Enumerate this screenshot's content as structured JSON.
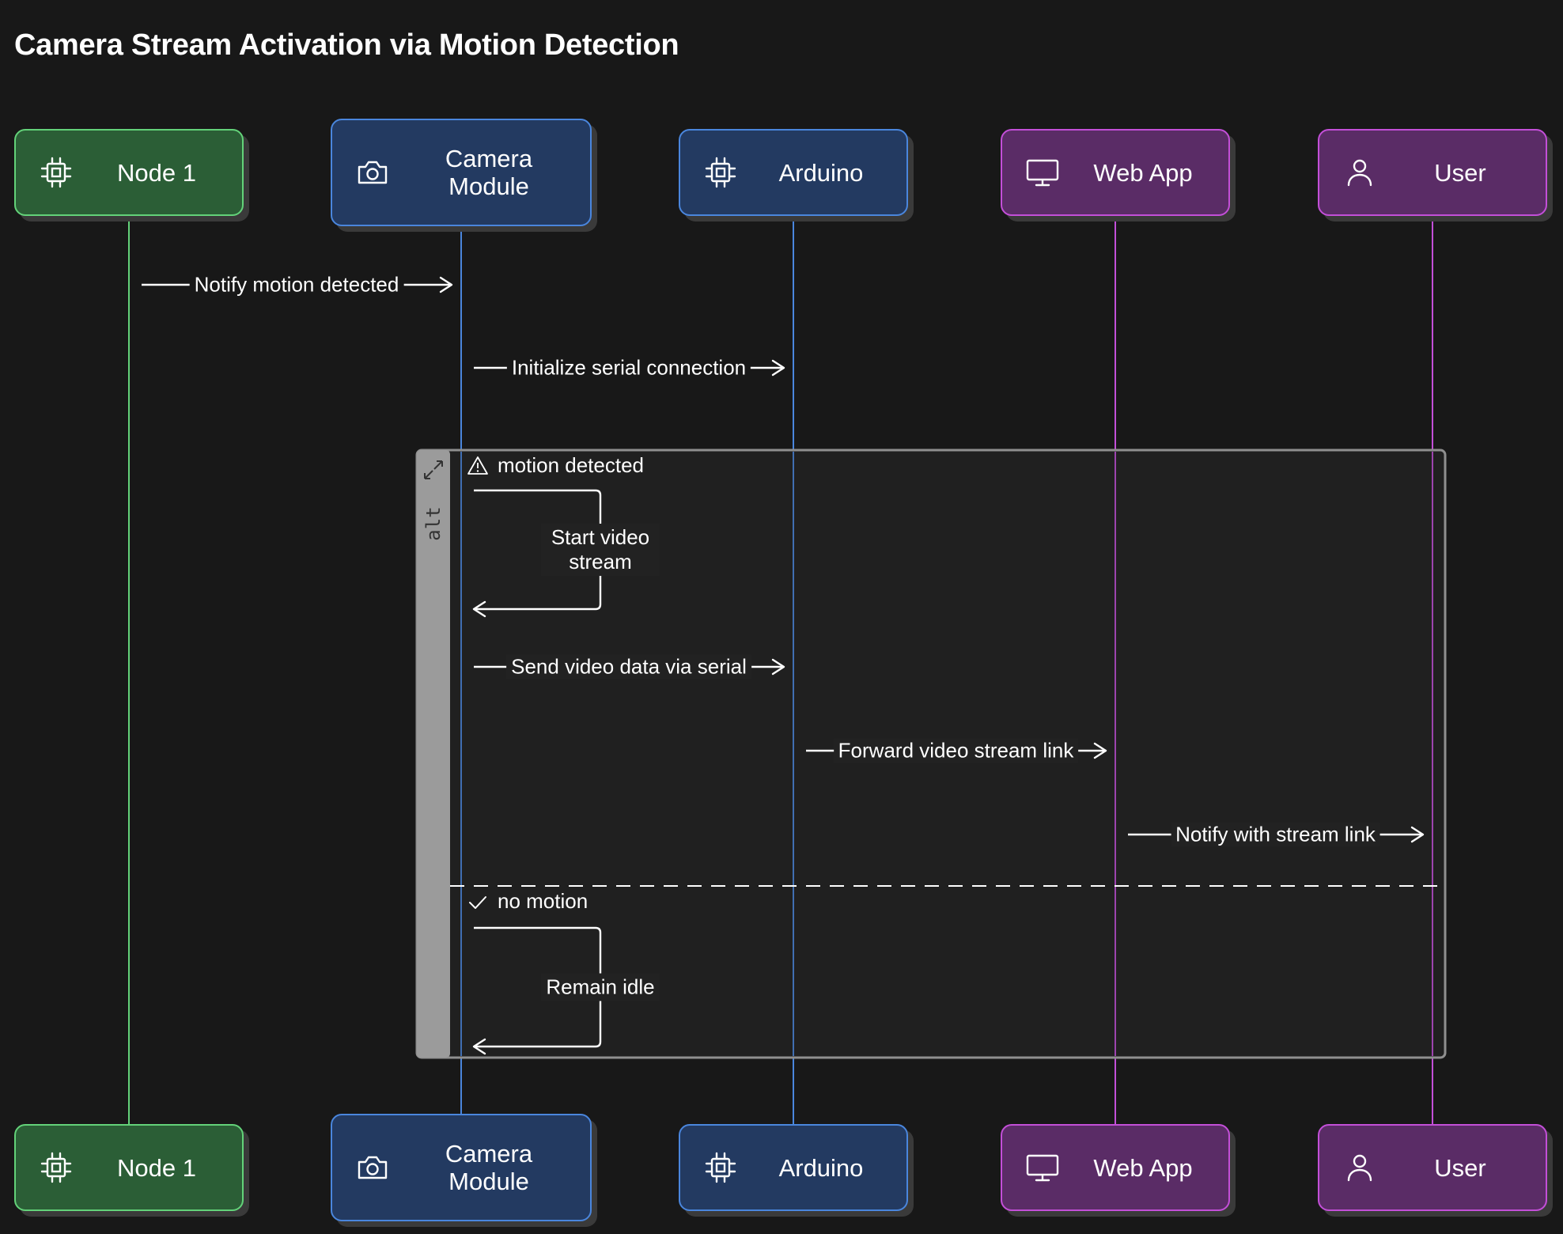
{
  "title": "Camera Stream Activation via Motion Detection",
  "actors": [
    {
      "id": "node1",
      "label": "Node 1",
      "icon": "chip-icon",
      "theme": "green",
      "stroke": "#63d279"
    },
    {
      "id": "camera",
      "label": "Camera Module",
      "icon": "camera-icon",
      "theme": "blue",
      "stroke": "#4a86dd"
    },
    {
      "id": "arduino",
      "label": "Arduino",
      "icon": "chip-icon",
      "theme": "blue",
      "stroke": "#4a86dd"
    },
    {
      "id": "webapp",
      "label": "Web App",
      "icon": "monitor-icon",
      "theme": "purple",
      "stroke": "#c34fd8"
    },
    {
      "id": "user",
      "label": "User",
      "icon": "user-icon",
      "theme": "purple",
      "stroke": "#c34fd8"
    }
  ],
  "messages": [
    {
      "from": "node1",
      "to": "camera",
      "text": "Notify motion detected"
    },
    {
      "from": "camera",
      "to": "arduino",
      "text": "Initialize serial connection"
    }
  ],
  "alt_block": {
    "tag": "alt",
    "sections": [
      {
        "guard": "motion detected",
        "guard_icon": "warning-icon",
        "self_message": {
          "actor": "camera",
          "text": "Start video stream"
        },
        "messages": [
          {
            "from": "camera",
            "to": "arduino",
            "text": "Send video data via serial"
          },
          {
            "from": "arduino",
            "to": "webapp",
            "text": "Forward video stream link"
          },
          {
            "from": "webapp",
            "to": "user",
            "text": "Notify with stream link"
          }
        ]
      },
      {
        "guard": "no motion",
        "guard_icon": "check-icon",
        "self_message": {
          "actor": "camera",
          "text": "Remain idle"
        },
        "messages": []
      }
    ]
  }
}
